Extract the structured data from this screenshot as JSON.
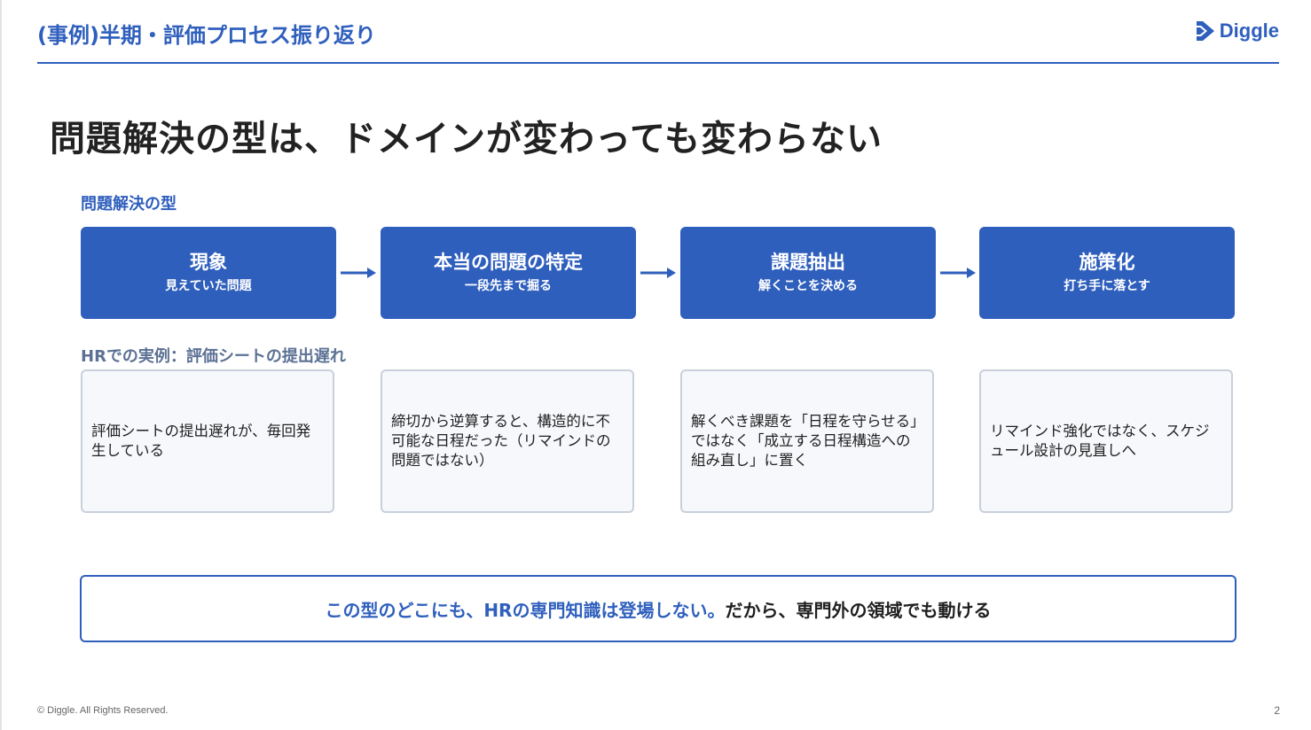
{
  "header": {
    "title": "(事例)半期・評価プロセス振り返り",
    "logo_text": "Diggle",
    "logo_icon": "diggle-logo-icon",
    "accent_color": "#2f5fbd"
  },
  "main_title": "問題解決の型は、ドメインが変わっても変わらない",
  "framework": {
    "label": "問題解決の型",
    "steps": [
      {
        "title": "現象",
        "subtitle": "見えていた問題"
      },
      {
        "title": "本当の問題の特定",
        "subtitle": "一段先まで掘る"
      },
      {
        "title": "課題抽出",
        "subtitle": "解くことを決める"
      },
      {
        "title": "施策化",
        "subtitle": "打ち手に落とす"
      }
    ]
  },
  "example": {
    "label": "HRでの実例：評価シートの提出遅れ",
    "cards": [
      {
        "text": "評価シートの提出遅れが、毎回発生している"
      },
      {
        "text": "締切から逆算すると、構造的に不可能な日程だった（リマインドの問題ではない）"
      },
      {
        "text": "解くべき課題を「日程を守らせる」ではなく「成立する日程構造への組み直し」に置く"
      },
      {
        "text": "リマインド強化ではなく、スケジュール設計の見直しへ"
      }
    ]
  },
  "summary": {
    "highlight": "この型のどこにも、HRの専門知識は登場しない。",
    "rest": "だから、専門外の領域でも動ける"
  },
  "footer": {
    "copyright": "© Diggle. All Rights Reserved.",
    "page_number": "2"
  }
}
